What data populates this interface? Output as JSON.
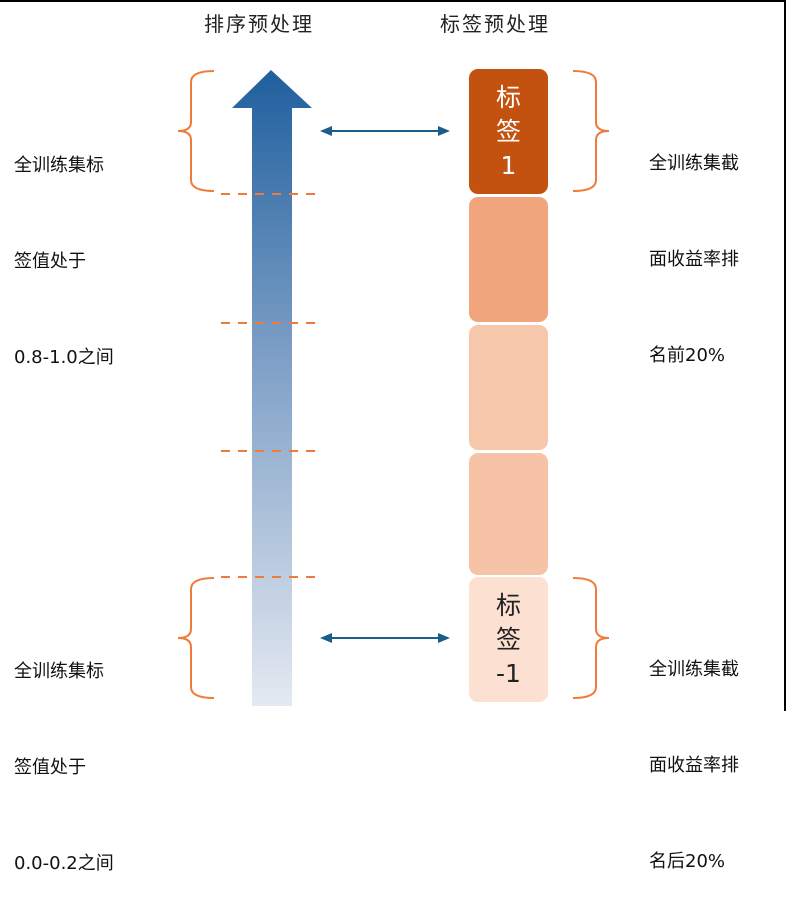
{
  "titles": {
    "rank_preprocess": "排序预处理",
    "label_preprocess": "标签预处理"
  },
  "left_top": {
    "lines": [
      "全训练集标",
      "签值处于",
      "0.8-1.0之间"
    ]
  },
  "left_bottom": {
    "lines": [
      "全训练集标",
      "签值处于",
      "0.0-0.2之间"
    ]
  },
  "right_top": {
    "lines": [
      "全训练集截",
      "面收益率排",
      "名前20%"
    ]
  },
  "right_bottom": {
    "lines": [
      "全训练集截",
      "面收益率排",
      "名后20%"
    ]
  },
  "label_top": {
    "char1": "标",
    "char2": "签",
    "value": "1"
  },
  "label_bottom": {
    "char1": "标",
    "char2": "签",
    "value": "-1"
  },
  "colors": {
    "arrow_top": "#1f5f9e",
    "arrow_bottom": "#e4e9f1",
    "bracket": "#f07a3a",
    "connector": "#1a5d8c",
    "box_1": "#c3510f",
    "box_2": "#f1a57c",
    "box_3": "#f7c7ac",
    "box_4": "#f7c3a6",
    "box_5": "#fce0d1"
  }
}
